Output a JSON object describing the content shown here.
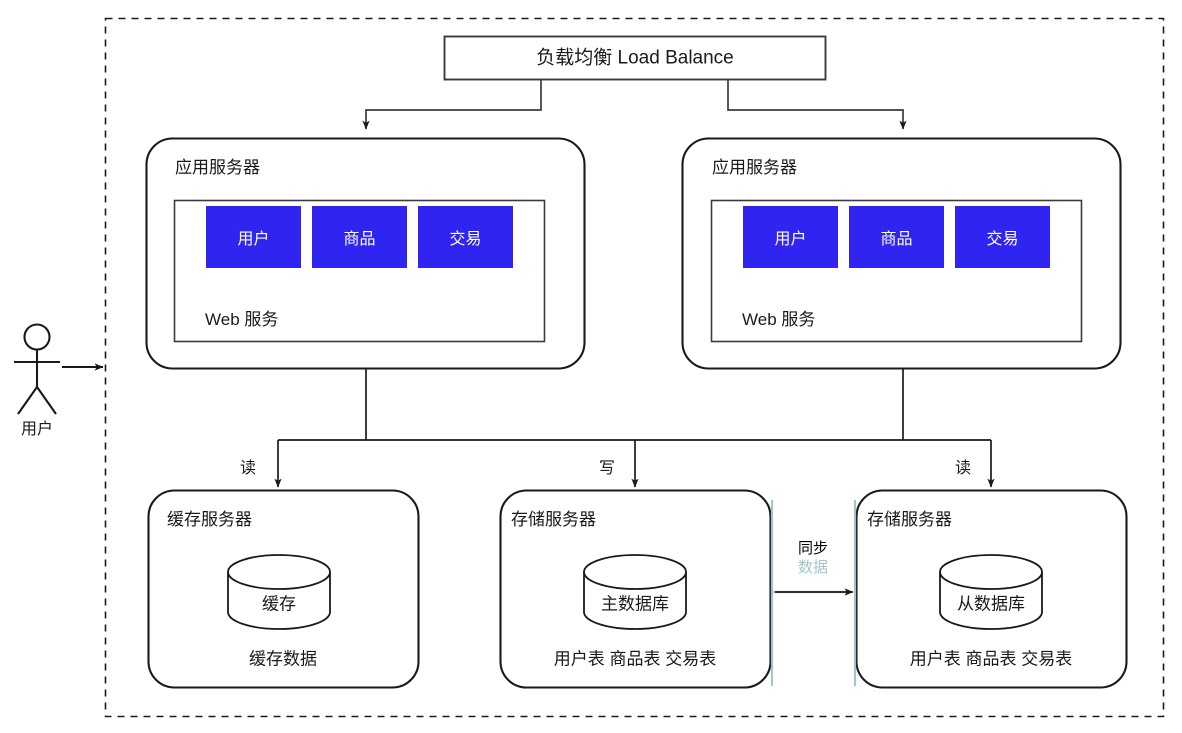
{
  "diagram": {
    "title_box": {
      "label": "负载均衡 Load Balance"
    },
    "actor": {
      "label": "用户",
      "icon": "user-actor-icon"
    },
    "app_servers": [
      {
        "title": "应用服务器",
        "platform_label": "Web 服务",
        "modules": [
          "用户",
          "商品",
          "交易"
        ]
      },
      {
        "title": "应用服务器",
        "platform_label": "Web 服务",
        "modules": [
          "用户",
          "商品",
          "交易"
        ]
      }
    ],
    "storage_nodes": [
      {
        "title": "缓存服务器",
        "cylinder_label": "缓存",
        "footer_label": "缓存数据"
      },
      {
        "title": "存储服务器",
        "cylinder_label": "主数据库",
        "footer_label": "用户表 商品表 交易表"
      },
      {
        "title": "存储服务器",
        "cylinder_label": "从数据库",
        "footer_label": "用户表 商品表 交易表"
      }
    ],
    "connector_labels": {
      "read_left": "读",
      "write_center": "写",
      "read_right": "读"
    },
    "sync_label": {
      "line1": "同步",
      "line2": "数据"
    },
    "colors": {
      "module_blue": "#3024f0",
      "stroke": "#1a1a1a",
      "module_text": "#ffffff",
      "highlight_teal": "#9fc4cc",
      "background": "#ffffff"
    }
  }
}
